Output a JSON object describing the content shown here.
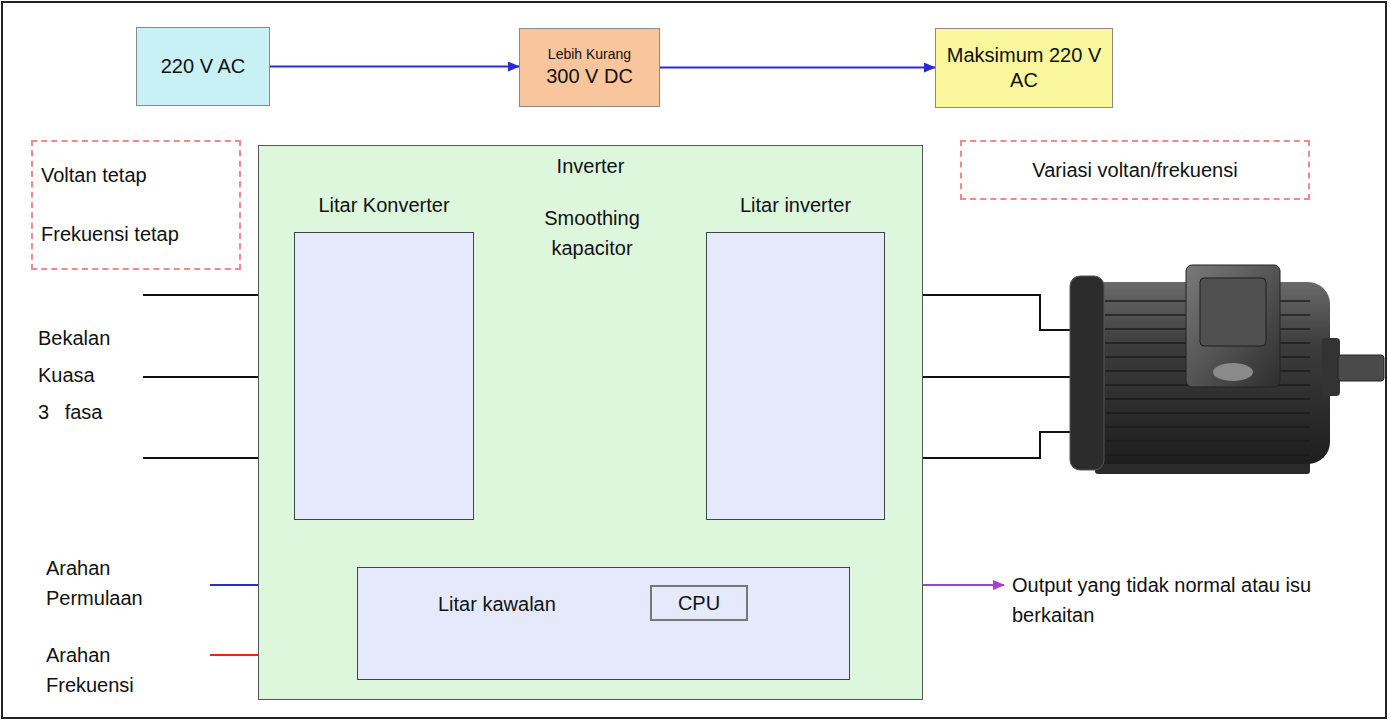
{
  "diagram": {
    "nodes": [
      {
        "text": [
          "220 V AC"
        ]
      },
      {
        "text": [
          "Lebih Kurang",
          "300 V DC"
        ]
      },
      {
        "text": [
          "Maksimum 220 V AC"
        ]
      },
      {
        "text": [
          "Voltan tetap",
          "Frekuensi tetap"
        ]
      },
      {
        "text": [
          "Variasi voltan/frekuensi"
        ]
      },
      {
        "text": [
          "Inverter"
        ]
      },
      {
        "text": [
          "Litar Konverter"
        ],
        "in": 5
      },
      {
        "text": [
          "Litar inverter"
        ],
        "in": 5
      },
      {
        "text": [
          "Litar kawalan"
        ],
        "in": 5
      },
      {
        "text": [
          "CPU"
        ],
        "in": 8
      }
    ],
    "edges": [
      {
        "from": 0,
        "to": 1,
        "arrow": "to"
      },
      {
        "from": 1,
        "to": 2,
        "arrow": "to"
      },
      {
        "from": 6,
        "to": 7,
        "arrow": "none"
      },
      {
        "from": 6,
        "to": 7,
        "arrow": "none"
      },
      {
        "from": 8,
        "to": 7,
        "arrow": "to"
      }
    ],
    "labels": [
      "Smoothing kapacitor",
      "Bekalan Kuasa 3 fasa",
      "Arahan Permulaan",
      "Arahan Frekuensi",
      "Output yang tidak normal atau isu berkaitan"
    ]
  }
}
